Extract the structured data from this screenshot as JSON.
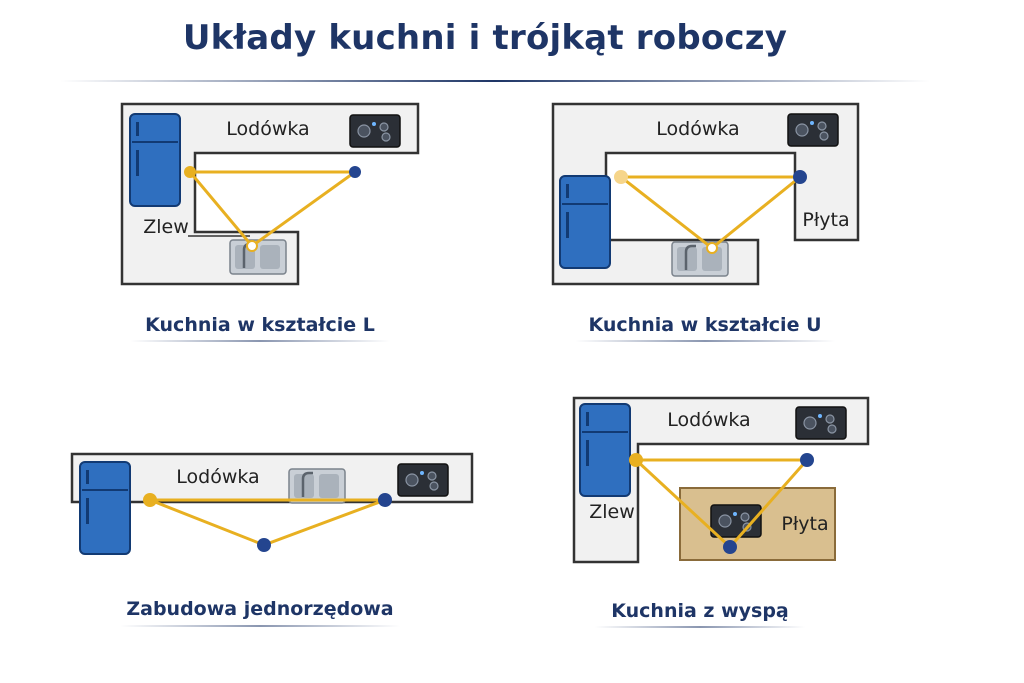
{
  "title": "Układy kuchni i trójkąt roboczy",
  "labels": {
    "fridge": "Lodówka",
    "sink": "Zlew",
    "stove": "Płyta"
  },
  "layouts": [
    {
      "id": "l-shape",
      "caption": "Kuchnia w kształcie L"
    },
    {
      "id": "u-shape",
      "caption": "Kuchnia w kształcie U"
    },
    {
      "id": "single-wall",
      "caption": "Zabudowa jednorzędowa"
    },
    {
      "id": "island",
      "caption": "Kuchnia z wyspą"
    }
  ],
  "colors": {
    "title": "#1e3566",
    "triangle": "#e8b021",
    "node_navy": "#24458f",
    "node_gold": "#e8b021",
    "fridge": "#2f6fbf",
    "stove": "#2b2f36",
    "island": "#d9bf8f",
    "counter": "#f1f1f1"
  },
  "icons": [
    "fridge-icon",
    "sink-icon",
    "stove-icon"
  ]
}
